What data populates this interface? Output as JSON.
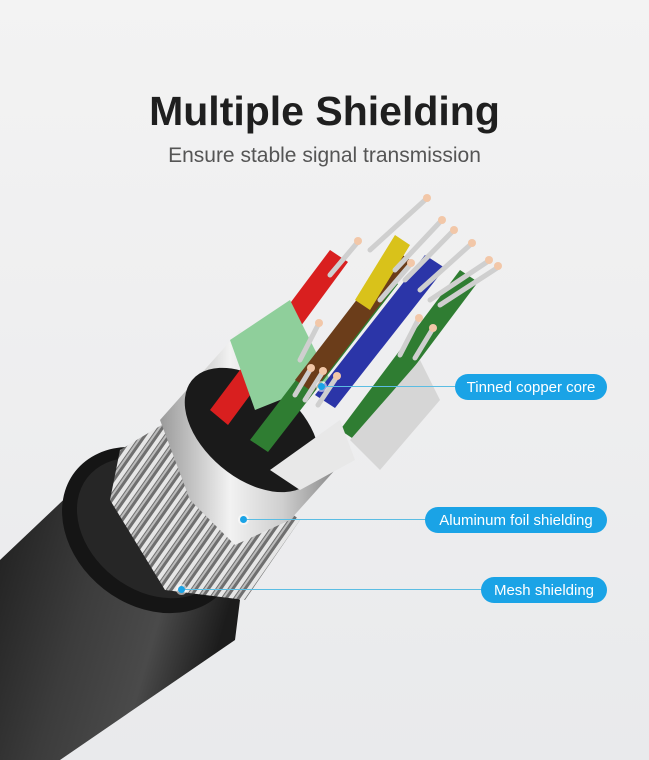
{
  "header": {
    "title": "Multiple Shielding",
    "subtitle": "Ensure stable signal transmission"
  },
  "callouts": [
    {
      "label": "Tinned copper core",
      "target": "conductor"
    },
    {
      "label": "Aluminum foil shielding",
      "target": "foil"
    },
    {
      "label": "Mesh shielding",
      "target": "braid"
    }
  ],
  "colors": {
    "accent": "#1aa3e6",
    "leader_line": "#5bbde3",
    "title": "#1f1f1f",
    "subtitle": "#555555",
    "background": "#efeff0",
    "jacket": "#2a2a2a",
    "wire_colors": [
      "#d91f1f",
      "#2f7d32",
      "#7fbf8a",
      "#d9c21a",
      "#6b3d1a",
      "#2b35a8",
      "#ffffff"
    ]
  }
}
